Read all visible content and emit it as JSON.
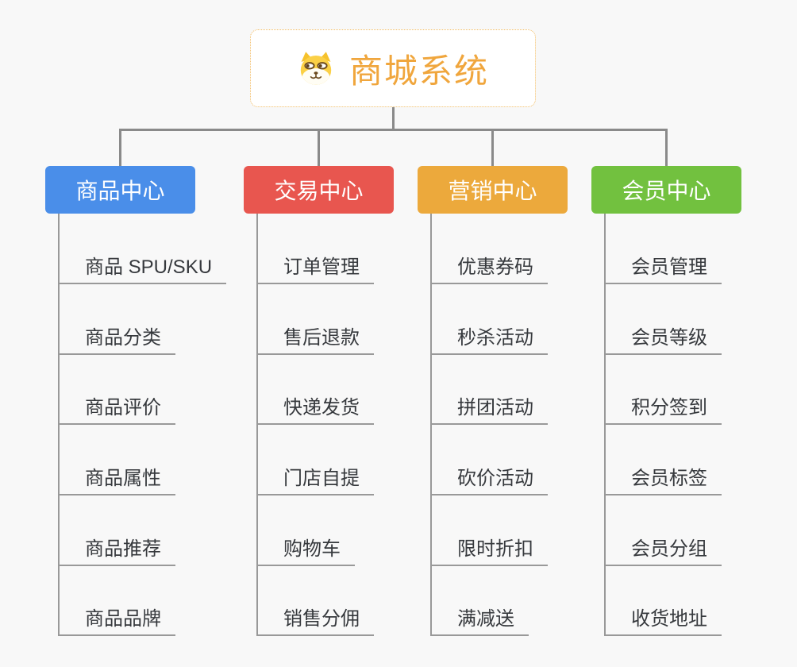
{
  "root": {
    "title": "商城系统",
    "icon": "shiba-dog-icon",
    "border_color": "#f2bd66",
    "title_color": "#f0a63d"
  },
  "connector_color": "#8a8a8a",
  "leaf_line_color": "#999999",
  "branches": [
    {
      "label": "商品中心",
      "color": "#4a8ee9",
      "items": [
        "商品 SPU/SKU",
        "商品分类",
        "商品评价",
        "商品属性",
        "商品推荐",
        "商品品牌"
      ]
    },
    {
      "label": "交易中心",
      "color": "#e8564f",
      "items": [
        "订单管理",
        "售后退款",
        "快递发货",
        "门店自提",
        "购物车",
        "销售分佣"
      ]
    },
    {
      "label": "营销中心",
      "color": "#eca93c",
      "items": [
        "优惠券码",
        "秒杀活动",
        "拼团活动",
        "砍价活动",
        "限时折扣",
        "满减送"
      ]
    },
    {
      "label": "会员中心",
      "color": "#72c13f",
      "items": [
        "会员管理",
        "会员等级",
        "积分签到",
        "会员标签",
        "会员分组",
        "收货地址"
      ]
    }
  ]
}
